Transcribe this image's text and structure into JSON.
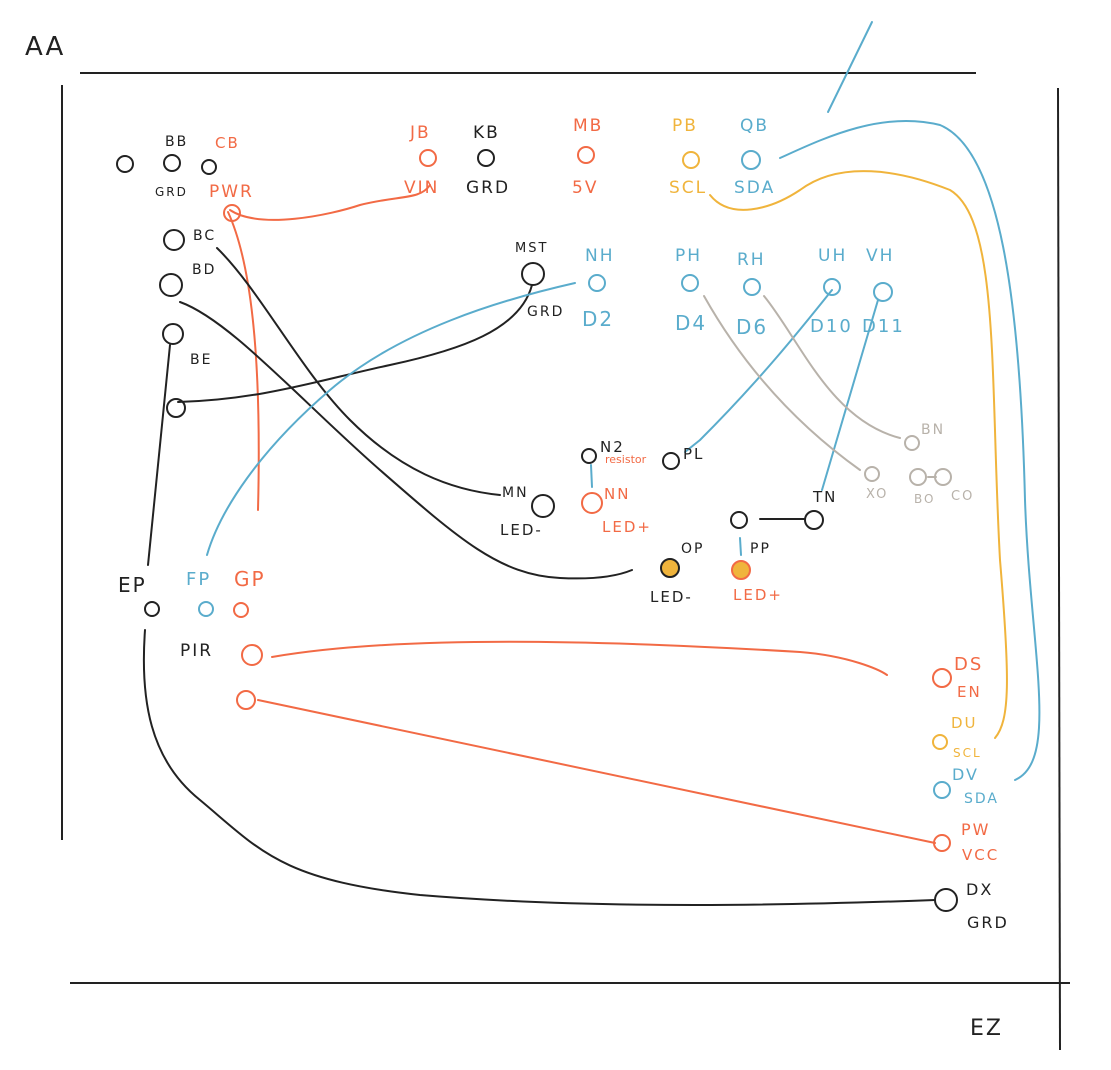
{
  "corner_labels": {
    "top_left": "AA",
    "bottom_right": "EZ"
  },
  "colors": {
    "black": "#222222",
    "power": "#f26a45",
    "signal": "#5aaccc",
    "clock": "#f0b43c",
    "gray": "#b8b2aa"
  },
  "labels": {
    "bb": "BB",
    "cb": "CB",
    "grd_left": "GRD",
    "pwr": "PWR",
    "bc": "BC",
    "bd": "BD",
    "be": "BE",
    "jb": "JB",
    "vin": "VIN",
    "kb": "KB",
    "grd_kb": "GRD",
    "mb": "MB",
    "v5": "5V",
    "pb": "PB",
    "scl_top": "SCL",
    "qb": "QB",
    "sda_top": "SDA",
    "mst": "MST",
    "grd_mst": "GRD",
    "nh": "NH",
    "d2": "D2",
    "ph": "PH",
    "d4": "D4",
    "rh": "RH",
    "d6": "D6",
    "uh": "UH",
    "d10": "D10",
    "vh": "VH",
    "d11": "D11",
    "n2": "N2",
    "resistor": "resistor",
    "pl": "PL",
    "mn": "MN",
    "led_minus_1": "LED-",
    "nn": "NN",
    "led_plus_1": "LED+",
    "bn": "BN",
    "xo": "XO",
    "bo": "BO",
    "co": "CO",
    "tn": "TN",
    "op": "OP",
    "led_minus_2": "LED-",
    "pp": "PP",
    "led_plus_2": "LED+",
    "ep": "EP",
    "fp": "FP",
    "gp": "GP",
    "pir": "PIR",
    "ds": "DS",
    "en": "EN",
    "du": "DU",
    "scl_right": "SCL",
    "dv": "DV",
    "sda_right": "SDA",
    "pw": "PW",
    "vcc": "VCC",
    "dx": "DX",
    "grd_dx": "GRD"
  }
}
